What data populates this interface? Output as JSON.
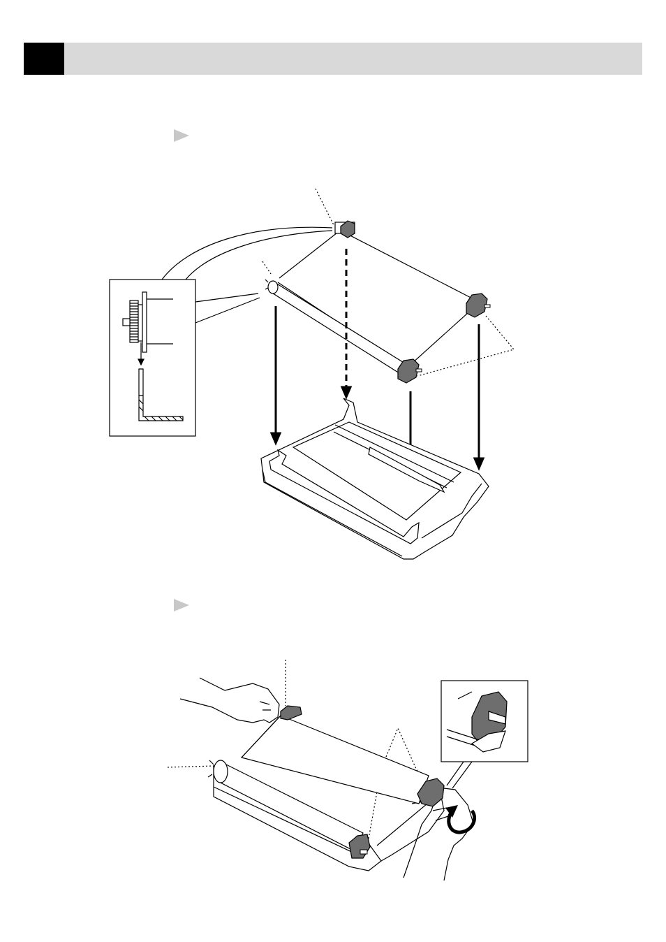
{
  "header": {
    "accent": "#000000",
    "bar_color": "#d9d9d9"
  },
  "steps": [
    {
      "marker_icon": "triangle-right",
      "marker_color": "#c8c8c8"
    },
    {
      "marker_icon": "triangle-right",
      "marker_color": "#c8c8c8"
    }
  ],
  "illustrations": [
    {
      "name": "ribbon-installation-diagram"
    },
    {
      "name": "ribbon-tension-diagram"
    }
  ]
}
